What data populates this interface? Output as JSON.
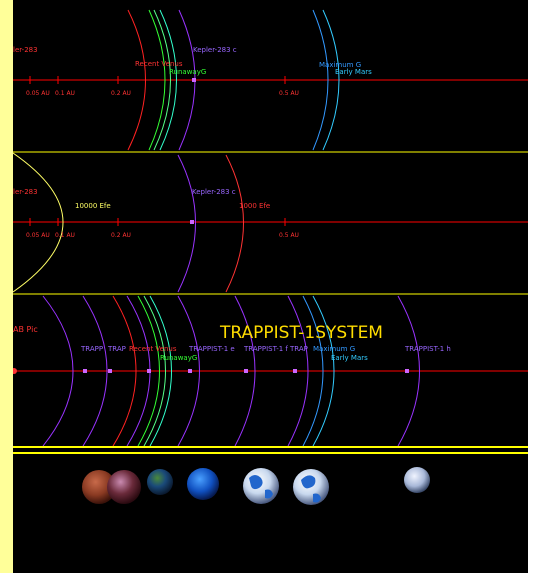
{
  "colors": {
    "background": "#000000",
    "sidebar": "#ffff99",
    "separator": "#ffff00",
    "axis": "#ff0000",
    "recent_venus": "#ff2222",
    "runaway": "#33ff33",
    "maximum": "#3399ff",
    "early_mars": "#33ccff",
    "planet_orbit": "#9933ff",
    "efe_1000": "#ff3333",
    "efe_10000": "#ffff66",
    "title": "#ffdd00"
  },
  "panel1": {
    "star_label": "ler-283",
    "recent_venus": "Recent Venus",
    "runaway": "RunawayG",
    "planet": "Kepler-283 c",
    "maximum": "Maximum G",
    "early_mars": "Early Mars",
    "ticks": [
      "0.05 AU",
      "0.1 AU",
      "0.2 AU",
      "0.5 AU"
    ]
  },
  "panel2": {
    "star_label": "ler-283",
    "efe_10000": "10000 Efe",
    "planet": "Kepler-283 c",
    "efe_1000": "1000 Efe",
    "ticks": [
      "0.05 AU",
      "0.1 AU",
      "0.2 AU",
      "0.5 AU"
    ]
  },
  "panel3": {
    "title": "TRAPPIST-1SYSTEM",
    "star_label": "AB Pic",
    "planet_labels": [
      "TRAPP",
      "TRAP",
      "Recent Venus",
      "TRAPPIST-1 e",
      "TRAPPIST-1 f",
      "TRAP",
      "TRAPPIST-1 h"
    ],
    "maximum": "Maximum G",
    "runaway": "RunawayG",
    "early_mars": "Early Mars"
  },
  "planets": [
    "mars-like-planet",
    "venus-like-planet",
    "earth-like-planet",
    "ocean-planet",
    "cloudy-ocean-planet",
    "cloudy-ocean-planet",
    "icy-planet"
  ]
}
